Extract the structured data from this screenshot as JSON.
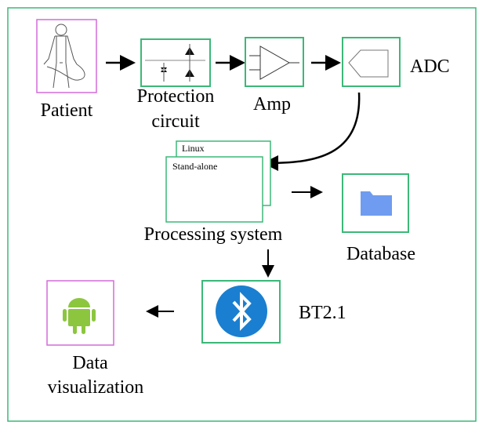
{
  "colors": {
    "frame": "#3cb878",
    "pink": "#d36bd8",
    "folder": "#6f9cf0",
    "bluetooth": "#1a7fd0",
    "android": "#8cc63f"
  },
  "nodes": {
    "patient": {
      "label": "Patient",
      "icon": "human-figure-icon"
    },
    "protection": {
      "label_line1": "Protection",
      "label_line2": "circuit",
      "icon": "diode-circuit-icon"
    },
    "amp": {
      "label": "Amp",
      "icon": "amplifier-icon"
    },
    "adc": {
      "label": "ADC",
      "icon": "adc-chip-icon"
    },
    "processing": {
      "label": "Processing system",
      "linux": "Linux",
      "standalone": "Stand-alone"
    },
    "database": {
      "label": "Database",
      "icon": "folder-icon"
    },
    "bt": {
      "label": "BT2.1",
      "icon": "bluetooth-icon"
    },
    "visualization": {
      "label_line1": "Data",
      "label_line2": "visualization",
      "icon": "android-icon"
    }
  }
}
